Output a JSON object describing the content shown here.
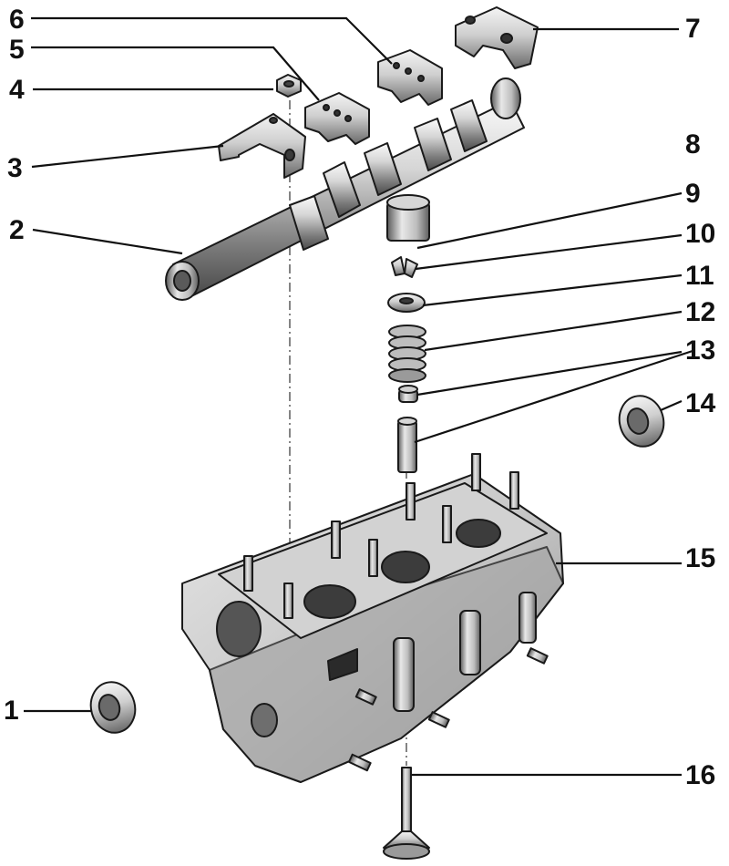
{
  "callouts": [
    {
      "id": "1",
      "text": "1"
    },
    {
      "id": "2",
      "text": "2"
    },
    {
      "id": "3",
      "text": "3"
    },
    {
      "id": "4",
      "text": "4"
    },
    {
      "id": "5",
      "text": "5"
    },
    {
      "id": "6",
      "text": "6"
    },
    {
      "id": "7",
      "text": "7"
    },
    {
      "id": "8",
      "text": "8"
    },
    {
      "id": "9",
      "text": "9"
    },
    {
      "id": "10",
      "text": "10"
    },
    {
      "id": "11",
      "text": "11"
    },
    {
      "id": "12",
      "text": "12"
    },
    {
      "id": "13",
      "text": "13"
    },
    {
      "id": "14",
      "text": "14"
    },
    {
      "id": "15",
      "text": "15"
    },
    {
      "id": "16",
      "text": "16"
    }
  ],
  "colors": {
    "part_light": "#e4e4e4",
    "part_mid": "#b8b8b8",
    "part_dark": "#6e6e6e",
    "outline": "#1a1a1a",
    "label": "#111111"
  }
}
